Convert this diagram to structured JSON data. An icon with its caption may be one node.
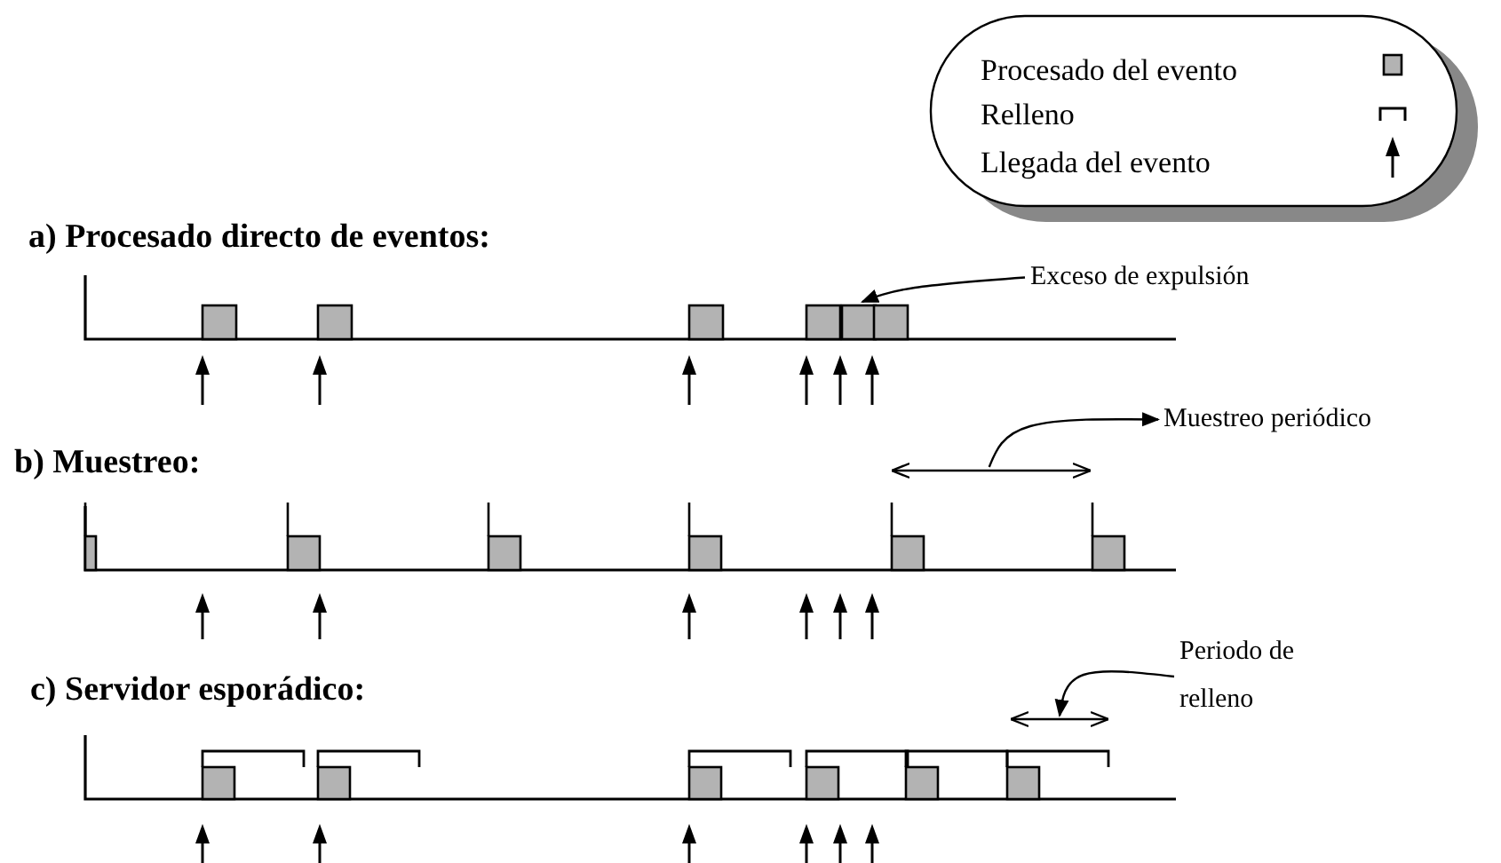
{
  "diagram": {
    "nodes": [
      {
        "text": [
          "Exceso de expulsión"
        ]
      },
      {
        "text": [],
        "shape": "box"
      },
      {
        "text": [],
        "shape": "box"
      },
      {
        "text": [],
        "shape": "box"
      },
      {
        "text": [],
        "shape": "box"
      },
      {
        "text": [],
        "shape": "box"
      },
      {
        "text": [],
        "shape": "box"
      },
      {
        "text": [
          "Muestreo periódico"
        ]
      },
      {
        "text": [],
        "shape": "line"
      },
      {
        "text": [],
        "shape": "box"
      },
      {
        "text": [],
        "shape": "box"
      },
      {
        "text": [],
        "shape": "box"
      },
      {
        "text": [],
        "shape": "box"
      },
      {
        "text": [],
        "shape": "box"
      },
      {
        "text": [],
        "shape": "box"
      },
      {
        "text": [
          "Periodo de relleno"
        ]
      },
      {
        "text": [],
        "shape": "line"
      },
      {
        "text": [],
        "shape": "box"
      },
      {
        "text": [],
        "shape": "box"
      },
      {
        "text": [],
        "shape": "box"
      },
      {
        "text": [],
        "shape": "box"
      },
      {
        "text": [],
        "shape": "box"
      },
      {
        "text": [],
        "shape": "box"
      }
    ],
    "edges": [
      {
        "from": 0,
        "to": 5,
        "arrow": "to"
      },
      {
        "from": 8,
        "to": 7,
        "arrow": "to"
      },
      {
        "from": 15,
        "to": 16,
        "arrow": "to"
      }
    ],
    "labels": [
      "a) Procesado directo de eventos:",
      "b) Muestreo:",
      "c) Servidor esporádico:"
    ],
    "legend": [
      {
        "text": "Procesado del evento"
      },
      {
        "text": "Relleno"
      },
      {
        "text": "Llegada del evento"
      }
    ]
  }
}
